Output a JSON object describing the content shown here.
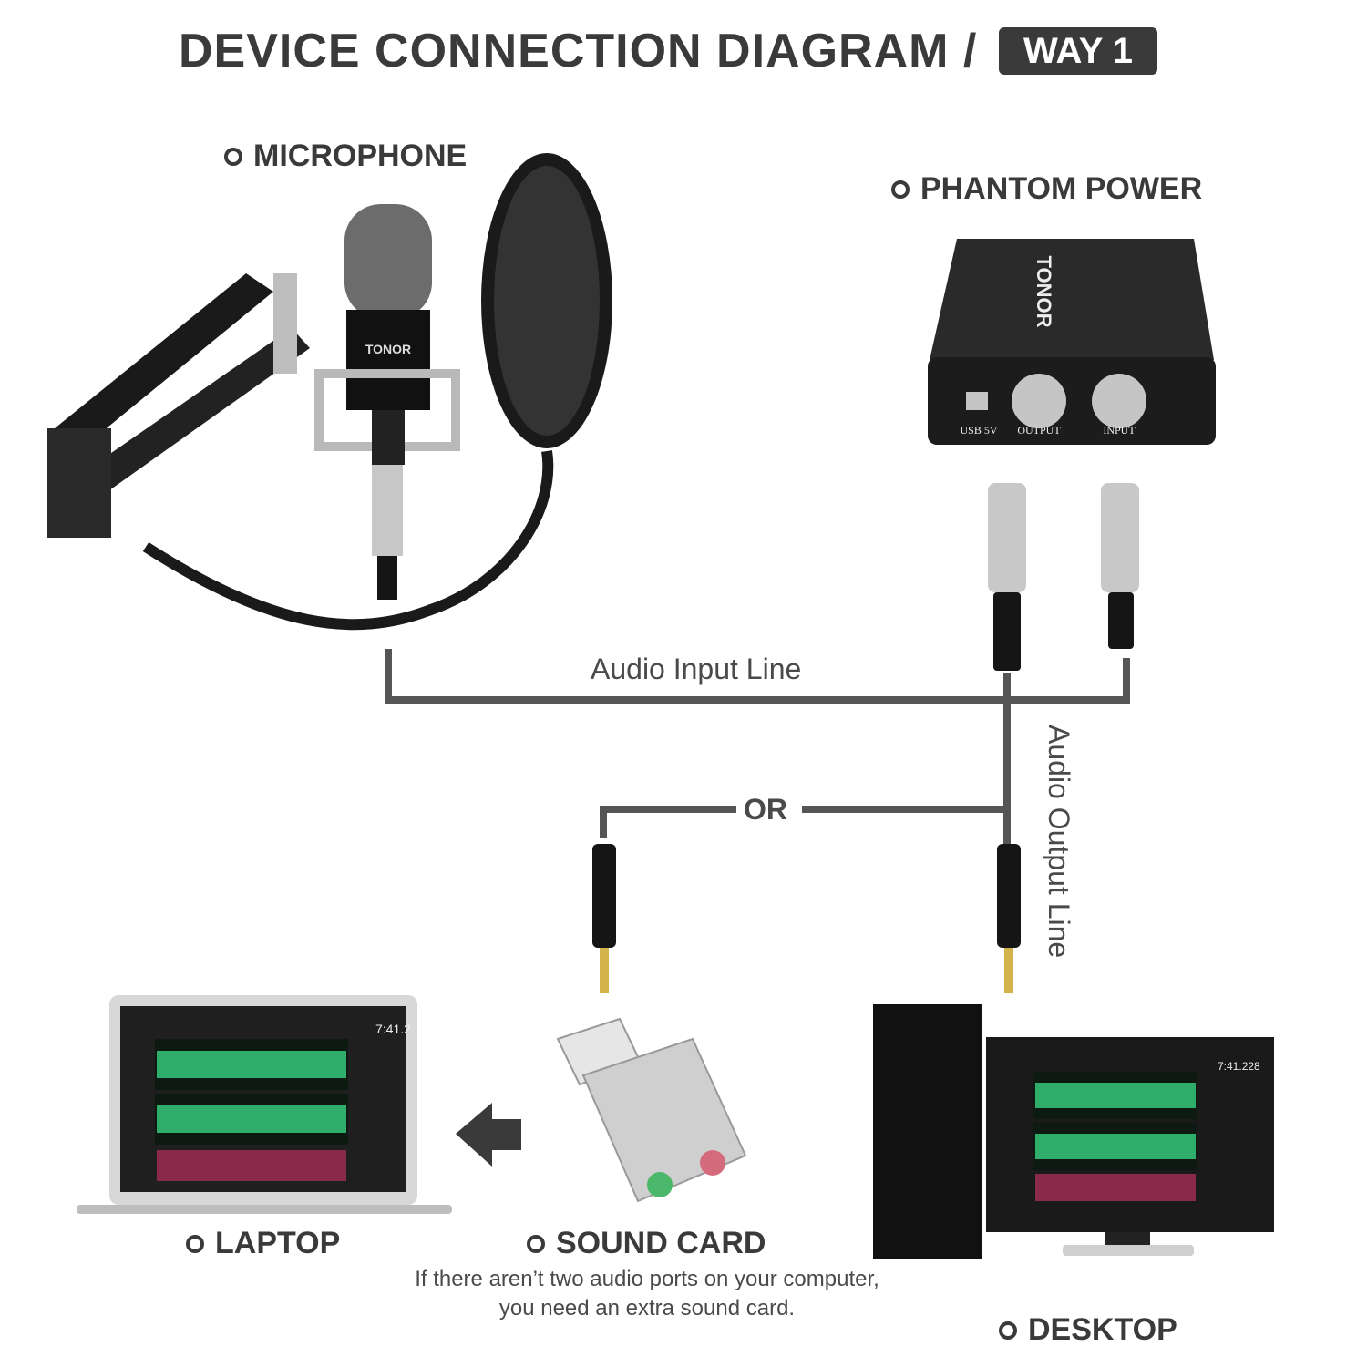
{
  "header": {
    "title": "DEVICE CONNECTION DIAGRAM /",
    "badge": "WAY 1"
  },
  "labels": {
    "microphone": "MICROPHONE",
    "phantom_power": "PHANTOM POWER",
    "laptop": "LAPTOP",
    "sound_card": "SOUND CARD",
    "desktop": "DESKTOP"
  },
  "lines": {
    "audio_input": "Audio Input Line",
    "audio_output": "Audio Output Line",
    "or": "OR"
  },
  "sound_card_note": "If there aren’t two audio ports on your computer, you need an extra sound card.",
  "phantom_panel": {
    "port_usb": "USB 5V",
    "port_output": "OUTPUT",
    "port_input": "INPUT",
    "brand": "TONOR"
  },
  "mic_brand": "TONOR",
  "screen": {
    "laptop_time": "7:41.2",
    "desktop_time": "7:41.228"
  },
  "colors": {
    "text": "#3a3a3a",
    "line": "#555555",
    "waveform": "#2fae6b",
    "device": "#1c1c1c"
  },
  "icons": [
    "bullet-icon",
    "arrow-left-icon"
  ]
}
